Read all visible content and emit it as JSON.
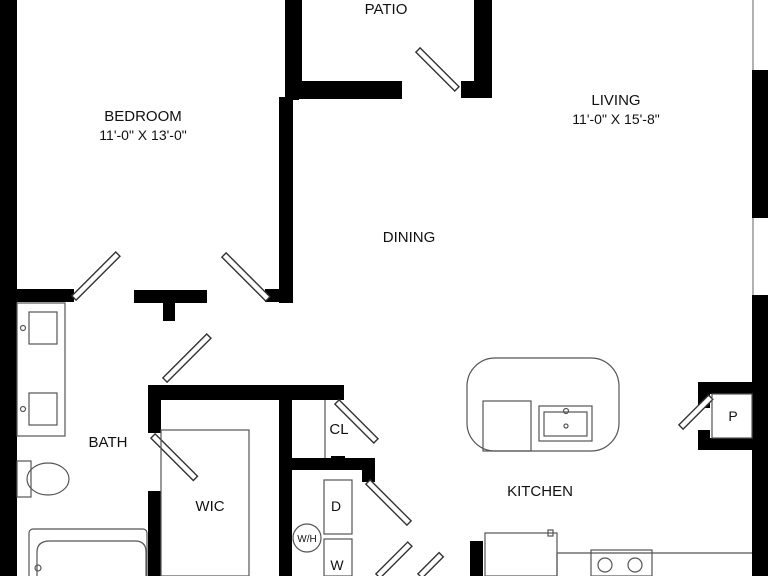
{
  "colors": {
    "wall": "#000000",
    "fixture": "#555555",
    "background": "#ffffff"
  },
  "rooms": {
    "patio": {
      "name": "PATIO"
    },
    "bedroom": {
      "name": "BEDROOM",
      "dims": "11'-0\" X 13'-0\""
    },
    "living": {
      "name": "LIVING",
      "dims": "11'-0\" X 15'-8\""
    },
    "dining": {
      "name": "DINING"
    },
    "bath": {
      "name": "BATH"
    },
    "wic": {
      "name": "WIC"
    },
    "closet": {
      "name": "CL"
    },
    "kitchen": {
      "name": "KITCHEN"
    },
    "pantry": {
      "name": "P"
    },
    "dryer": {
      "name": "D"
    },
    "washer": {
      "name": "W"
    },
    "water_heater": {
      "name": "W/H"
    }
  }
}
